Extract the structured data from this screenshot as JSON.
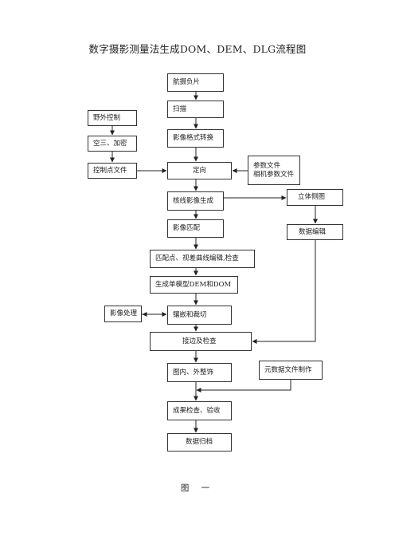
{
  "title": "数字摄影测量法生成DOM、DEM、DLG流程图",
  "caption": "图 一",
  "nodes": {
    "aerial_negative": "航摄负片",
    "scan": "扫描",
    "image_format_convert": "影像格式转换",
    "orientation": "定向",
    "epipolar_image": "核线影像生成",
    "image_matching": "影像匹配",
    "matching_edit": "匹配点、视差曲线编辑,检查",
    "generate_model": "生成单模型DEM和DOM",
    "mosaic_clip": "镶嵌和裁切",
    "edge_match_check": "接边及检查",
    "map_finishing": "图内、外整饰",
    "result_check": "成果检查、验收",
    "archive": "数据归档",
    "field_control": "野外控制",
    "aerial_triangulation": "空三、加密",
    "control_point_file": "控制点文件",
    "param_file_line1": "参数文件",
    "param_file_line2": "相机参数文件",
    "stereo_view": "立体侧图",
    "data_edit": "数据编辑",
    "image_processing": "影像处理",
    "metadata": "元数据文件制作"
  }
}
